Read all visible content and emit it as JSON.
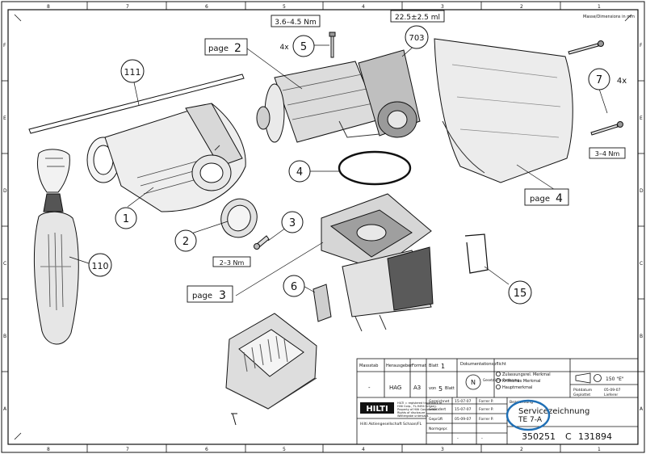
{
  "border": {
    "top_cols": [
      "8",
      "7",
      "6",
      "5",
      "4",
      "3",
      "2",
      "1"
    ],
    "bottom_cols": [
      "8",
      "7",
      "6",
      "5",
      "4",
      "3",
      "2",
      "1"
    ],
    "left_rows": [
      "F",
      "E",
      "D",
      "C",
      "B",
      "A"
    ],
    "right_rows": [
      "F",
      "E",
      "D",
      "C",
      "B",
      "A"
    ],
    "units_note": "Masse/Dimensions in mm"
  },
  "callouts": {
    "c111": "111",
    "c1": "1",
    "c2": "2",
    "c3": "3",
    "c110": "110",
    "c4": "4",
    "c5": "5",
    "c6": "6",
    "c7": "7",
    "c15": "15",
    "c703": "703"
  },
  "page_refs": {
    "page2": {
      "word": "page",
      "num": "2"
    },
    "page3": {
      "word": "page",
      "num": "3"
    },
    "page4": {
      "word": "page",
      "num": "4"
    }
  },
  "specs": {
    "torque5": "3.6–4.5 Nm",
    "qty5": "4x",
    "grease703": "22.5±2.5 ml",
    "qty7": "4x",
    "torque7": "3–4 Nm",
    "torque3": "2–3 Nm"
  },
  "title_block": {
    "massstab_label": "Massstab",
    "massstab_value": "-",
    "herausgeber_label": "Herausgeber",
    "herausgeber_value": "HAG",
    "format_label": "Format",
    "format_value": "A3",
    "blatt_label": "Blatt",
    "blatt_value": "1",
    "von_label": "von",
    "von_value": "5",
    "blatt_suffix": "Blatt",
    "dok_label": "Dokumentationspflicht",
    "n_symbol": "N",
    "gesetzliche": "Gesetzliche Forderung",
    "zulassung": "Zulassungsrel. Merkmal",
    "kritisches": "Kritisches Merkmal",
    "hauptmerkmal": "Hauptmerkmal",
    "projection": "150 \"E\"",
    "gezeichnet_label": "Gezeichnet",
    "gezeichnet_date": "15-07-07",
    "gezeichnet_name": "Forrer P.",
    "geaendert_label": "Geändert",
    "geaendert_date": "15-07-07",
    "geaendert_name": "Forrer P.",
    "geprueft_label": "Geprüft",
    "geprueft_date": "05-09-07",
    "geprueft_name": "Forrer P.",
    "normgepr_label": "Normgepr.",
    "normgepr_date": "-",
    "normgepr_name": "-",
    "plotdatum_label": "Plotdatum",
    "plotdatum_value": "05-09-07",
    "geplottet_label": "Geplottet",
    "geplottet_value": "Lieferer",
    "bezeichnung_label": "Bezeichnung",
    "title_line1": "Servicezeichnung",
    "title_line2": "TE 7-A",
    "drawing_number": "350251",
    "revision": "C",
    "doc_number": "131894",
    "logo_text": "HILTI",
    "company": "Hilti Aktiengesellschaft Schaan/FL",
    "trademark_1": "HILTI = registered trademark of",
    "trademark_2": "Hilti Corp., FL-9494 Schaan.",
    "trademark_3": "Property of Hilti Corporation.",
    "trademark_4": "Rights of disclosure",
    "trademark_5": "Weitergabe untersagt."
  },
  "colors": {
    "line": "#111111",
    "highlight_ring": "#1f6fb5"
  }
}
